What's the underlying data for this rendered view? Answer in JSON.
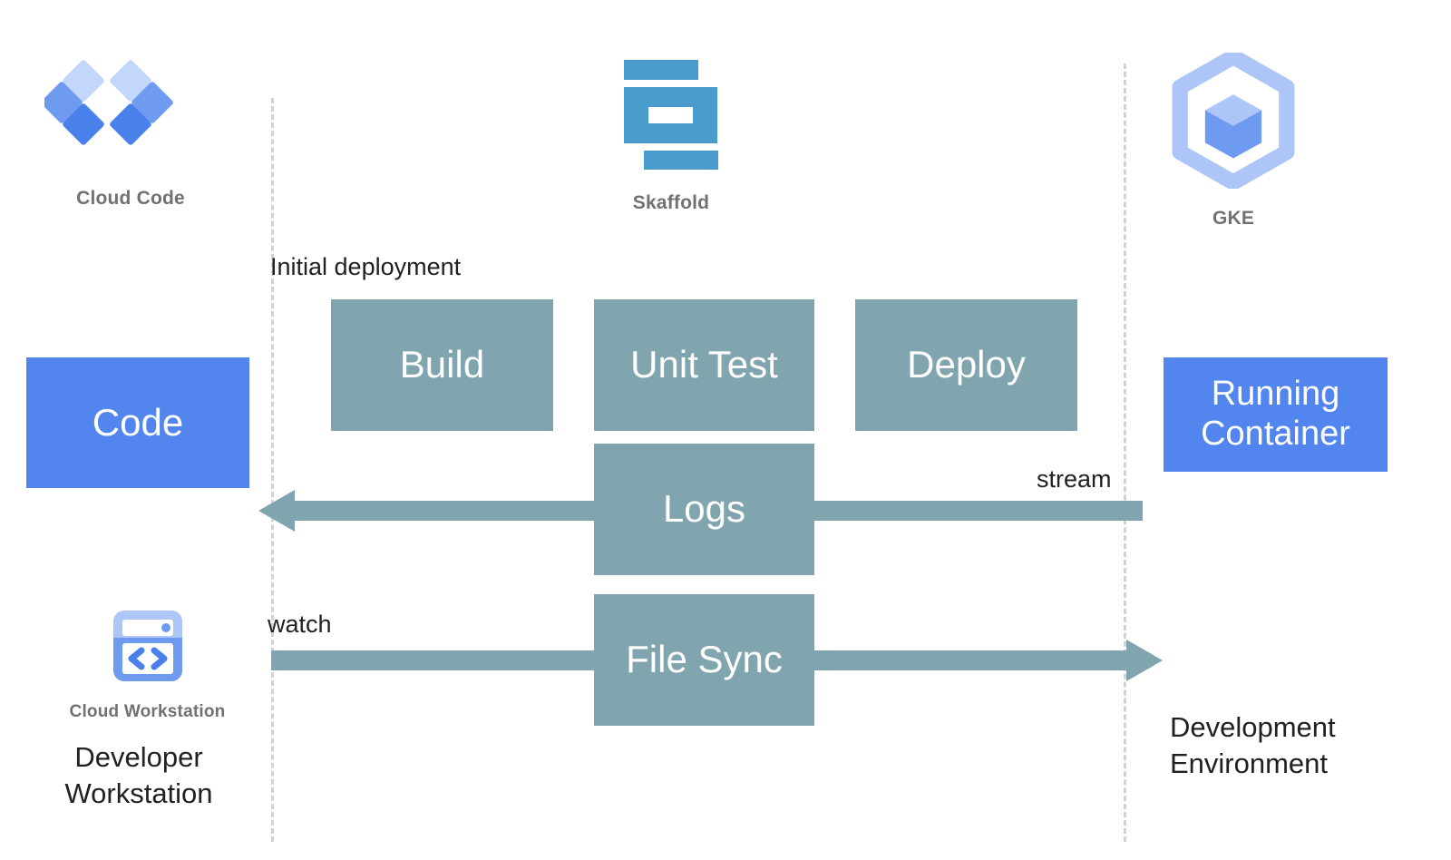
{
  "diagram": {
    "title": "Skaffold development loop with Cloud Code, Cloud Workstation and GKE",
    "colors": {
      "blue": "#5285ee",
      "teal": "#80a5ae",
      "divider": "#cfd3d6",
      "caption_gray": "#6f7173",
      "text_dark": "#202124",
      "skaffold_blue": "#4a9ccd",
      "gke_light": "#aec6f7",
      "gke_mid": "#6e9bf0",
      "cloud_code_light": "#c3d6fb",
      "cloud_code_mid": "#6e9bf0",
      "cloud_code_dark": "#4a80ea"
    }
  },
  "logos": [
    {
      "id": "cloud-code",
      "caption": "Cloud Code",
      "icon": "cloud-code-diamonds-icon"
    },
    {
      "id": "skaffold",
      "caption": "Skaffold",
      "icon": "skaffold-logo-icon"
    },
    {
      "id": "gke",
      "caption": "GKE",
      "icon": "gke-hexagon-cube-icon"
    },
    {
      "id": "cloud-workstation",
      "caption": "Cloud Workstation",
      "icon": "cloud-workstation-window-icon"
    }
  ],
  "boxes": {
    "code": {
      "label": "Code",
      "color": "#5285ee"
    },
    "running_container": {
      "line1": "Running",
      "line2": "Container",
      "color": "#5285ee"
    },
    "stages": [
      {
        "id": "build",
        "label": "Build",
        "color": "#80a5ae"
      },
      {
        "id": "unit-test",
        "label": "Unit Test",
        "color": "#80a5ae"
      },
      {
        "id": "deploy",
        "label": "Deploy",
        "color": "#80a5ae"
      },
      {
        "id": "logs",
        "label": "Logs",
        "color": "#80a5ae"
      },
      {
        "id": "file-sync",
        "label": "File Sync",
        "color": "#80a5ae"
      }
    ]
  },
  "labels": {
    "initial_deployment": "Initial deployment",
    "watch": "watch",
    "stream": "stream"
  },
  "zones": {
    "left": {
      "line1": "Developer",
      "line2": "Workstation"
    },
    "right": {
      "line1": "Development",
      "line2": "Environment"
    }
  },
  "flows": [
    {
      "id": "logs-flow",
      "label": "stream",
      "direction": "right-to-left",
      "box": "Logs"
    },
    {
      "id": "filesync-flow",
      "label": "watch",
      "direction": "left-to-right",
      "box": "File Sync"
    }
  ]
}
